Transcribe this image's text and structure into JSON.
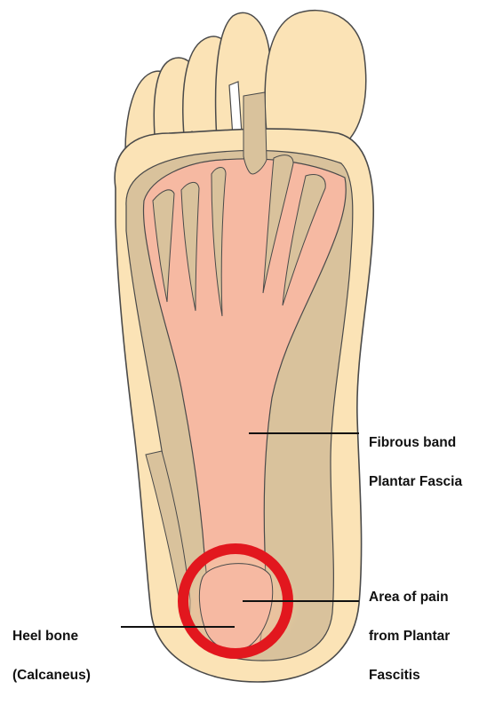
{
  "labels": {
    "fascia": {
      "line1": "Fibrous band",
      "line2": "Plantar Fascia"
    },
    "pain": {
      "line1": "Area of pain",
      "line2": "from Plantar",
      "line3": "Fascitis"
    },
    "heel": {
      "line1": "Heel bone",
      "line2": "(Calcaneus)"
    }
  },
  "colors": {
    "skin": "#fbe3b6",
    "outline": "#4a4a4a",
    "muscle": "#d9c29c",
    "fascia": "#f6b9a2",
    "heel_bone": "#f5c19f",
    "pain_ring": "#e2171e",
    "leader": "#111111"
  }
}
